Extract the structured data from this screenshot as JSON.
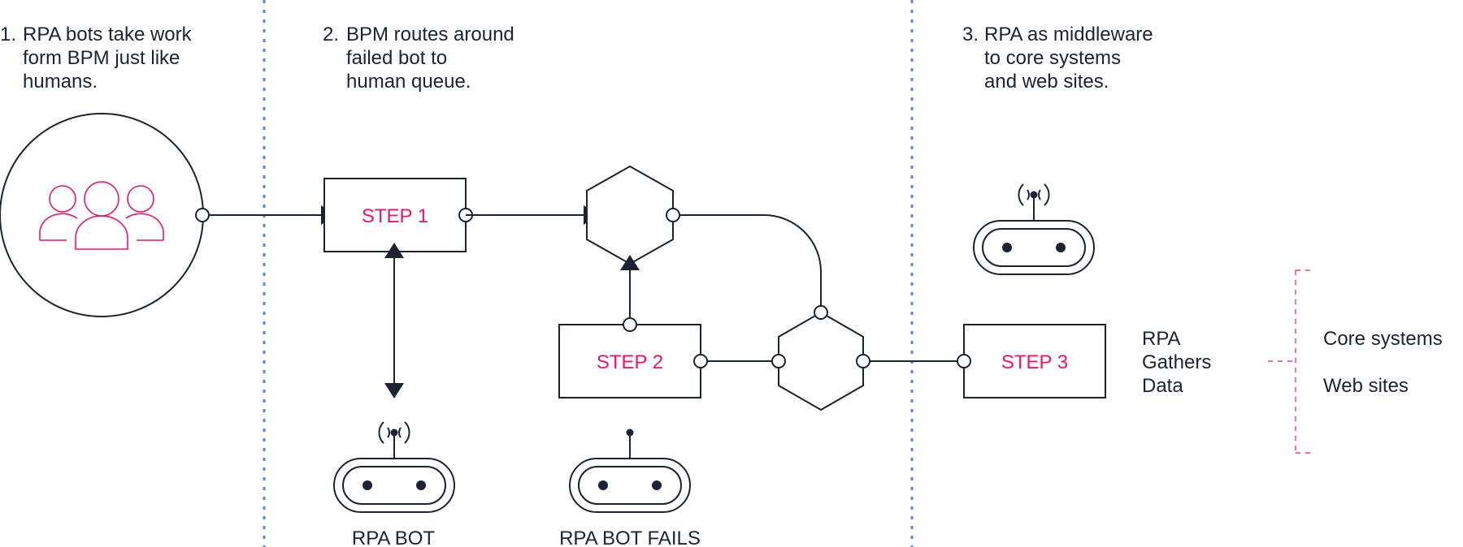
{
  "notes": {
    "n1": {
      "num": "1.",
      "lines": [
        "RPA bots take work",
        "form BPM just like",
        "humans."
      ]
    },
    "n2": {
      "num": "2.",
      "lines": [
        "BPM routes around",
        "failed bot to",
        "human queue."
      ]
    },
    "n3": {
      "num": "3.",
      "lines": [
        "RPA as middleware",
        "to core systems",
        "and web sites."
      ]
    }
  },
  "steps": {
    "step1": "STEP 1",
    "step2": "STEP 2",
    "step3": "STEP 3"
  },
  "bots": {
    "bot1": "RPA BOT",
    "bot2": "RPA BOT FAILS"
  },
  "rpa_gathers": [
    "RPA",
    "Gathers",
    "Data"
  ],
  "targets": {
    "core": "Core systems",
    "web": "Web sites"
  },
  "icons": {
    "people": "people-group-icon",
    "bot": "robot-icon",
    "signal": "wireless-signal-icon"
  },
  "colors": {
    "accent": "#e8176e",
    "ink": "#1c2331",
    "divider": "#5b84e6"
  }
}
